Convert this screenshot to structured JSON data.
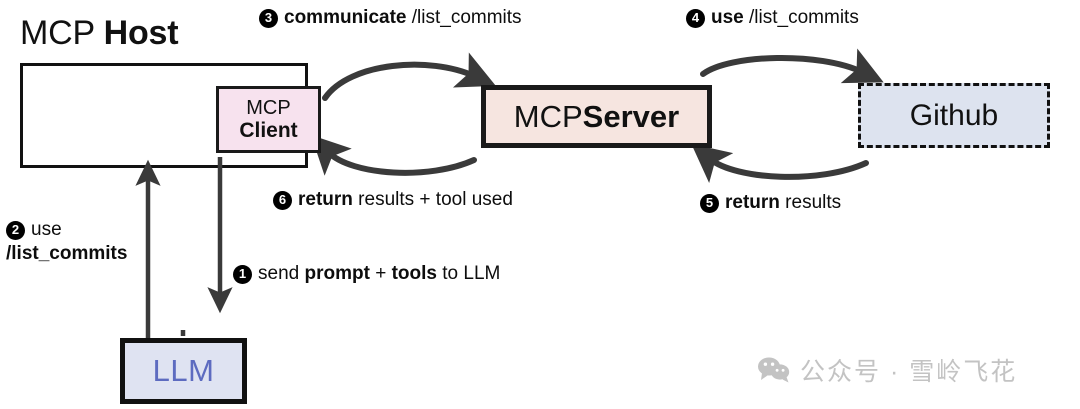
{
  "diagram": {
    "title_host": {
      "plain": "MCP ",
      "bold": "Host"
    },
    "nodes": {
      "host": {
        "label": "MCP Host",
        "border_color": "#111111",
        "fill": "#ffffff"
      },
      "client": {
        "line1": "MCP",
        "line2": "Client",
        "fill": "#f7e2ee",
        "border_color": "#1a1a1a"
      },
      "server": {
        "plain": "MCP ",
        "bold": "Server",
        "fill": "#f6e5e0",
        "border_color": "#1a1a1a"
      },
      "github": {
        "label": "Github",
        "fill": "#dde3ef",
        "border_color": "#111111",
        "border_style": "dashed"
      },
      "llm": {
        "label": "LLM",
        "fill": "#dfe3f2",
        "border_color": "#111111",
        "text_color": "#5d6bc0"
      }
    },
    "steps": [
      {
        "number": "1",
        "glyph": "❶",
        "parts": [
          {
            "text": "send ",
            "bold": false
          },
          {
            "text": "prompt",
            "bold": true
          },
          {
            "text": " + ",
            "bold": false
          },
          {
            "text": "tools",
            "bold": true
          },
          {
            "text": " to LLM",
            "bold": false
          }
        ],
        "full_text": "send prompt + tools to LLM"
      },
      {
        "number": "2",
        "glyph": "❷",
        "line1": "use",
        "line2": "/list_commits",
        "full_text": "use /list_commits"
      },
      {
        "number": "3",
        "glyph": "❸",
        "parts": [
          {
            "text": "communicate",
            "bold": true
          },
          {
            "text": " /list_commits",
            "bold": false
          }
        ],
        "full_text": "communicate /list_commits"
      },
      {
        "number": "4",
        "glyph": "❹",
        "parts": [
          {
            "text": "use",
            "bold": true
          },
          {
            "text": " /list_commits",
            "bold": false
          }
        ],
        "full_text": "use /list_commits"
      },
      {
        "number": "5",
        "glyph": "❺",
        "parts": [
          {
            "text": "return",
            "bold": true
          },
          {
            "text": " results",
            "bold": false
          }
        ],
        "full_text": "return results"
      },
      {
        "number": "6",
        "glyph": "❻",
        "parts": [
          {
            "text": "return",
            "bold": true
          },
          {
            "text": " results + tool used",
            "bold": false
          }
        ],
        "full_text": "return results + tool used"
      }
    ],
    "arrow_color": "#3a3a3a"
  },
  "watermark": {
    "icon": "wechat-icon",
    "text": "公众号 · 雪岭飞花",
    "color": "#c3c3c3"
  }
}
